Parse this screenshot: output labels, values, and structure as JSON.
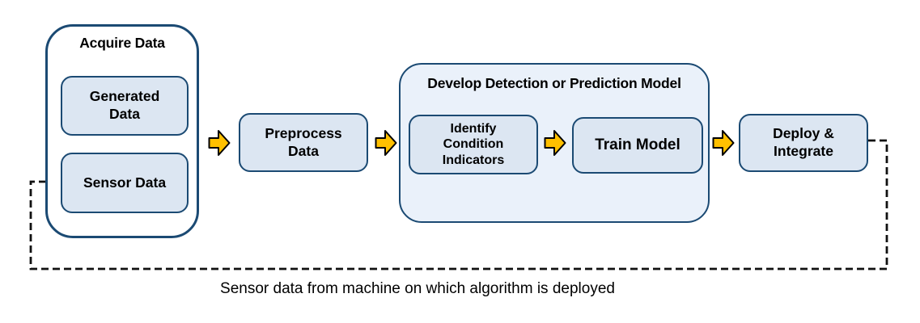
{
  "colors": {
    "box_fill": "#dce6f2",
    "box_border": "#1b4a73",
    "container_fill": "#eaf1fa",
    "arrow_fill": "#ffc000",
    "arrow_outline": "#000000",
    "dash_color": "#111111",
    "text_color": "#000000"
  },
  "groups": {
    "acquire": {
      "title": "Acquire Data"
    },
    "develop": {
      "title": "Develop Detection or Prediction Model"
    }
  },
  "nodes": {
    "generated": {
      "label": "Generated\nData"
    },
    "sensor": {
      "label": "Sensor Data"
    },
    "preprocess": {
      "label": "Preprocess\nData"
    },
    "identify": {
      "label": "Identify\nCondition\nIndicators"
    },
    "train": {
      "label": "Train Model"
    },
    "deploy": {
      "label": "Deploy &\nIntegrate"
    }
  },
  "icons": {
    "flow_arrow": "right-block-arrow-icon",
    "feedback_outer": "dashed-feedback-arrow",
    "feedback_inner": "dashed-feedback-arrow"
  },
  "caption": "Sensor data from machine on which algorithm is deployed"
}
